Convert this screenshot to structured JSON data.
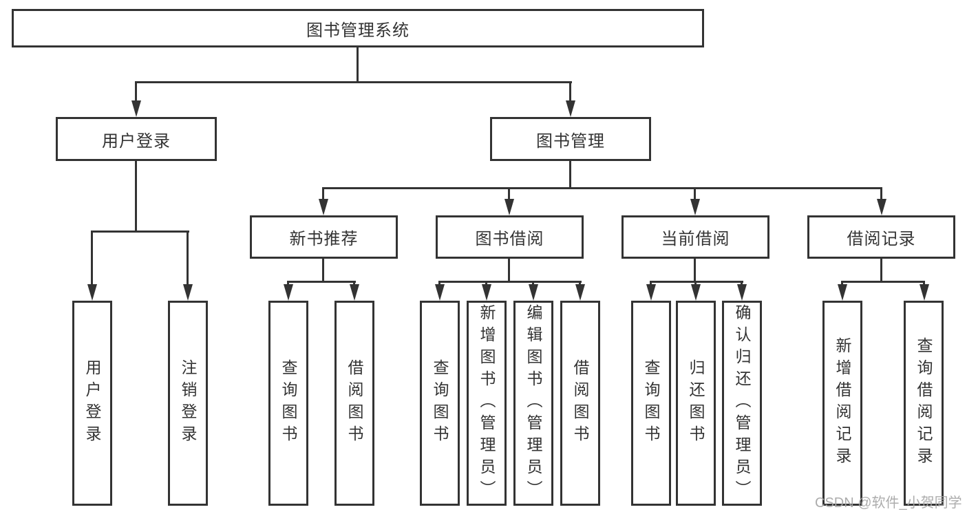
{
  "tree": {
    "root": {
      "label": "图书管理系统"
    },
    "level2": [
      {
        "label": "用户登录"
      },
      {
        "label": "图书管理"
      }
    ],
    "level3": [
      {
        "label": "新书推荐"
      },
      {
        "label": "图书借阅"
      },
      {
        "label": "当前借阅"
      },
      {
        "label": "借阅记录"
      }
    ],
    "leaves_login": [
      {
        "label": "用户登录"
      },
      {
        "label": "注销登录"
      }
    ],
    "leaves_recommend": [
      {
        "label": "查询图书"
      },
      {
        "label": "借阅图书"
      }
    ],
    "leaves_borrow": [
      {
        "label": "查询图书"
      },
      {
        "label": "新增图书（管理员）"
      },
      {
        "label": "编辑图书（管理员）"
      },
      {
        "label": "借阅图书"
      }
    ],
    "leaves_current": [
      {
        "label": "查询图书"
      },
      {
        "label": "归还图书"
      },
      {
        "label": "确认归还（管理员）"
      }
    ],
    "leaves_records": [
      {
        "label": "新增借阅记录"
      },
      {
        "label": "查询借阅记录"
      }
    ]
  },
  "watermark": {
    "text": "CSDN @软件_小贺同学"
  },
  "colors": {
    "line": "#333333",
    "box_border": "#333333",
    "text": "#333333",
    "watermark": "#a6a6a6",
    "background": "#ffffff"
  }
}
